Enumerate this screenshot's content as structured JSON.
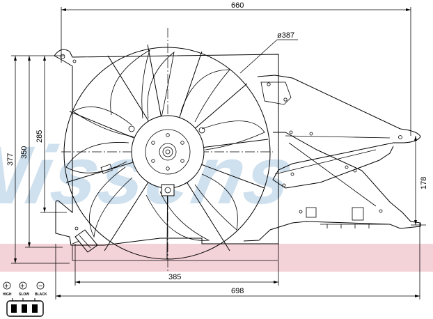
{
  "watermark": {
    "text": "Nissens",
    "color": "#cfe0ee",
    "band_color": "#f3d2d8"
  },
  "dimensions": {
    "top_width": "660",
    "fan_diameter": "ø387",
    "left_outer": "377",
    "left_mid": "350",
    "left_inner": "285",
    "right_height": "178",
    "bottom_inner": "385",
    "bottom_outer": "698"
  },
  "connector": {
    "pins": [
      {
        "symbol": "+",
        "label": "HIGH"
      },
      {
        "symbol": "+",
        "label": "SLOW"
      },
      {
        "symbol": "−",
        "label": "BLACK"
      }
    ]
  }
}
